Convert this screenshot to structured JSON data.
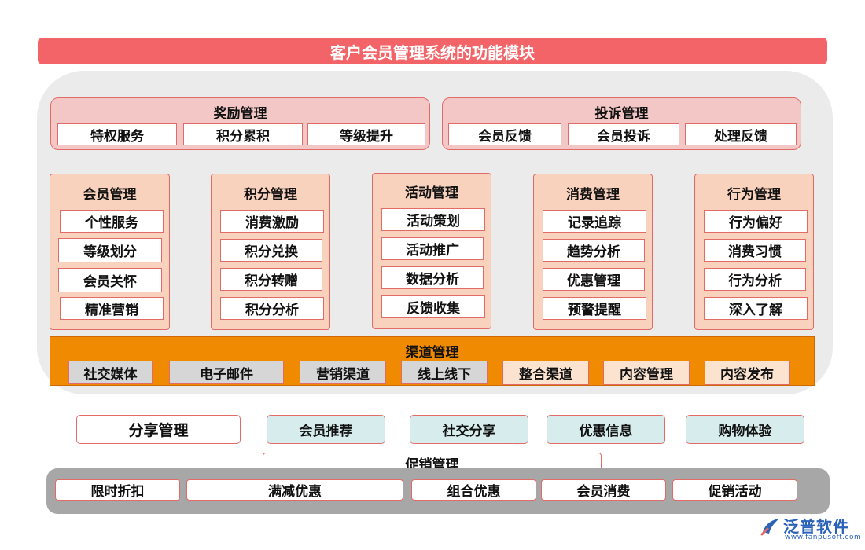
{
  "title": "客户会员管理系统的功能模块",
  "reward": {
    "title": "奖励管理",
    "items": [
      "特权服务",
      "积分累积",
      "等级提升"
    ]
  },
  "complaint": {
    "title": "投诉管理",
    "items": [
      "会员反馈",
      "会员投诉",
      "处理反馈"
    ]
  },
  "modules": [
    {
      "title": "会员管理",
      "items": [
        "个性服务",
        "等级划分",
        "会员关怀",
        "精准营销"
      ]
    },
    {
      "title": "积分管理",
      "items": [
        "消费激励",
        "积分兑换",
        "积分转赠",
        "积分分析"
      ]
    },
    {
      "title": "活动管理",
      "items": [
        "活动策划",
        "活动推广",
        "数据分析",
        "反馈收集"
      ]
    },
    {
      "title": "消费管理",
      "items": [
        "记录追踪",
        "趋势分析",
        "优惠管理",
        "预警提醒"
      ]
    },
    {
      "title": "行为管理",
      "items": [
        "行为偏好",
        "消费习惯",
        "行为分析",
        "深入了解"
      ]
    }
  ],
  "channel": {
    "title": "渠道管理",
    "items": [
      "社交媒体",
      "电子邮件",
      "营销渠道",
      "线上线下",
      "整合渠道",
      "内容管理",
      "内容发布"
    ]
  },
  "share": {
    "title": "分享管理",
    "items": [
      "会员推荐",
      "社交分享",
      "优惠信息",
      "购物体验"
    ]
  },
  "promotion": {
    "title": "促销管理",
    "items": [
      "限时折扣",
      "满减优惠",
      "组合优惠",
      "会员消费",
      "促销活动"
    ]
  },
  "logo": {
    "text": "泛普软件",
    "url": "www.fanpusoft.com",
    "brand_color": "#2a62b8"
  },
  "colors": {
    "title_bar": "#f26467",
    "border": "#e36b67",
    "channel_band": "#f08a00",
    "promo_bg": "#a7a7a7"
  }
}
